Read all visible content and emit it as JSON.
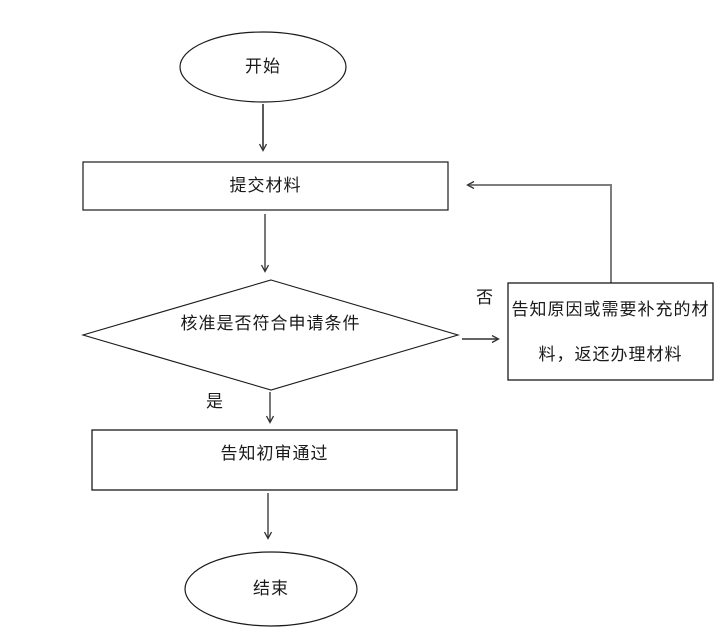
{
  "flowchart": {
    "background": "#ffffff",
    "colors": {
      "shape_border": "#1a1a1a",
      "text": "#1a1a1a",
      "connector": "#303030",
      "connector_light": "#5a5a5a",
      "feedback_line": "#7d7d7d"
    },
    "nodes": {
      "start": {
        "shape": "ellipse",
        "label": "开始"
      },
      "submit": {
        "shape": "rect",
        "label": "提交材料"
      },
      "decision": {
        "shape": "diamond",
        "label": "核准是否符合申请条件"
      },
      "reject": {
        "shape": "rect",
        "label": "告知原因或需要补充的材料，返还办理材料",
        "line1": "告知原因或需要补充的材",
        "line2": "料，返还办理材料"
      },
      "pass": {
        "shape": "rect",
        "label": "告知初审通过"
      },
      "end": {
        "shape": "ellipse",
        "label": "结束"
      }
    },
    "edge_labels": {
      "no": "否",
      "yes": "是"
    }
  }
}
